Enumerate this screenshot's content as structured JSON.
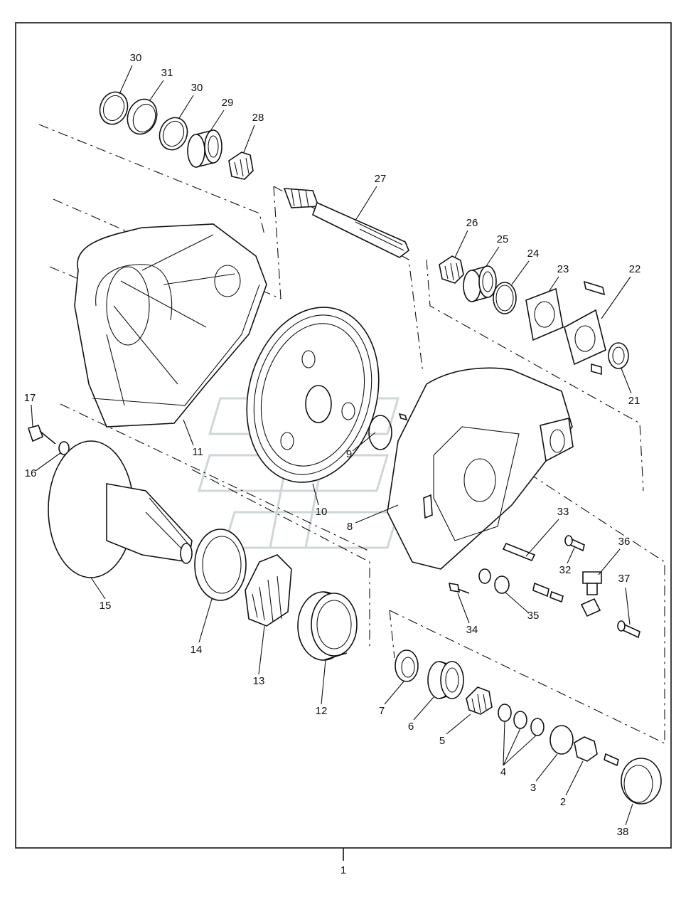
{
  "diagram": {
    "assembly_number": "1",
    "callouts": [
      {
        "id": "c30a",
        "label": "30"
      },
      {
        "id": "c31",
        "label": "31"
      },
      {
        "id": "c30b",
        "label": "30"
      },
      {
        "id": "c29",
        "label": "29"
      },
      {
        "id": "c28",
        "label": "28"
      },
      {
        "id": "c27",
        "label": "27"
      },
      {
        "id": "c26",
        "label": "26"
      },
      {
        "id": "c25",
        "label": "25"
      },
      {
        "id": "c24",
        "label": "24"
      },
      {
        "id": "c23",
        "label": "23"
      },
      {
        "id": "c22",
        "label": "22"
      },
      {
        "id": "c21",
        "label": "21"
      },
      {
        "id": "c17",
        "label": "17"
      },
      {
        "id": "c16",
        "label": "16"
      },
      {
        "id": "c11",
        "label": "11"
      },
      {
        "id": "c10",
        "label": "10"
      },
      {
        "id": "c9",
        "label": "9"
      },
      {
        "id": "c8",
        "label": "8"
      },
      {
        "id": "c15",
        "label": "15"
      },
      {
        "id": "c14",
        "label": "14"
      },
      {
        "id": "c13",
        "label": "13"
      },
      {
        "id": "c12",
        "label": "12"
      },
      {
        "id": "c33",
        "label": "33"
      },
      {
        "id": "c36",
        "label": "36"
      },
      {
        "id": "c32",
        "label": "32"
      },
      {
        "id": "c37",
        "label": "37"
      },
      {
        "id": "c35",
        "label": "35"
      },
      {
        "id": "c34",
        "label": "34"
      },
      {
        "id": "c7",
        "label": "7"
      },
      {
        "id": "c6",
        "label": "6"
      },
      {
        "id": "c5",
        "label": "5"
      },
      {
        "id": "c4",
        "label": "4"
      },
      {
        "id": "c3",
        "label": "3"
      },
      {
        "id": "c2",
        "label": "2"
      },
      {
        "id": "c38",
        "label": "38"
      }
    ]
  }
}
